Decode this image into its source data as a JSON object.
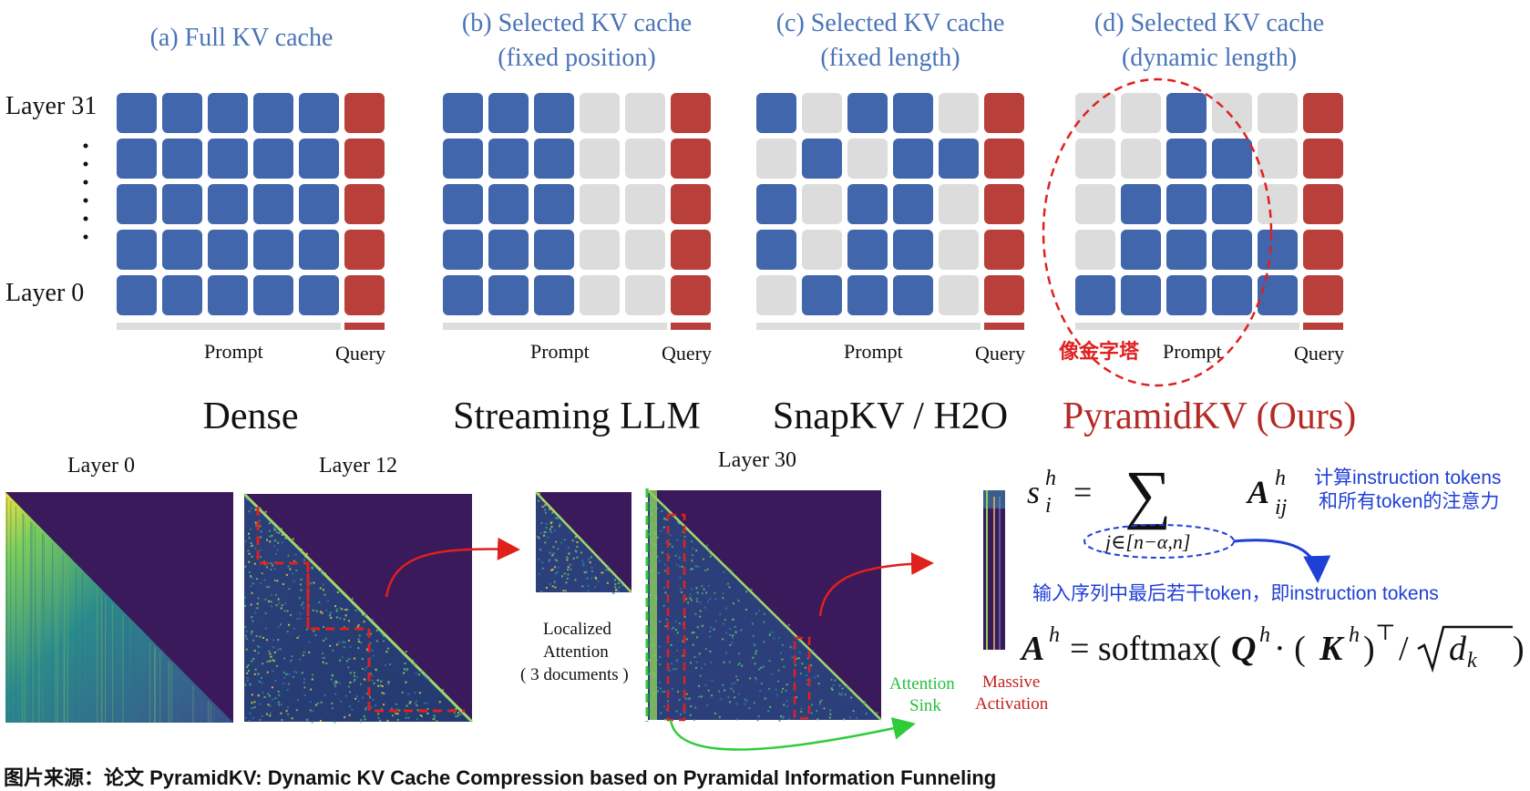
{
  "panels": [
    {
      "title_line1": "(a) Full KV cache",
      "title_line2": "",
      "method": "Dense",
      "prompt_label": "Prompt",
      "query_label": "Query",
      "grid": [
        "BBBBB",
        "BBBBB",
        "BBBBB",
        "BBBBB",
        "BBBBB"
      ]
    },
    {
      "title_line1": "(b) Selected KV cache",
      "title_line2": "(fixed position)",
      "method": "Streaming LLM",
      "prompt_label": "Prompt",
      "query_label": "Query",
      "grid": [
        "BBBGG",
        "BBBGG",
        "BBBGG",
        "BBBGG",
        "BBBGG"
      ]
    },
    {
      "title_line1": "(c) Selected KV cache",
      "title_line2": "(fixed length)",
      "method": "SnapKV / H2O",
      "prompt_label": "Prompt",
      "query_label": "Query",
      "grid": [
        "BGBBG",
        "GBGBB",
        "BGBBG",
        "BGBBG",
        "GBBBG"
      ]
    },
    {
      "title_line1": "(d) Selected KV cache",
      "title_line2": "(dynamic length)",
      "method": "PyramidKV (Ours)",
      "prompt_label": "Prompt",
      "query_label": "Query",
      "grid": [
        "GGBGG",
        "GGBBG",
        "GBBBG",
        "GBBBB",
        "BBBBB"
      ]
    }
  ],
  "layer_top_label": "Layer 31",
  "layer_bottom_label": "Layer 0",
  "pyramid_annotation": "像金字塔",
  "heatmaps": {
    "layer0": "Layer 0",
    "layer12": "Layer 12",
    "layer30": "Layer 30",
    "localized_line1": "Localized",
    "localized_line2": "Attention",
    "localized_line3": "( 3 documents )",
    "sink_line1": "Attention",
    "sink_line2": "Sink",
    "massive_line1": "Massive",
    "massive_line2": "Activation"
  },
  "formula": {
    "s_lhs": "s",
    "sub_i": "i",
    "sup_h": "h",
    "equals": "=",
    "sum": "∑",
    "A": "A",
    "sub_ij": "ij",
    "range": "j∈[n−α,n]",
    "note1_line1": "计算instruction tokens",
    "note1_line2": "和所有token的注意力",
    "note2": "输入序列中最后若干token，即instruction tokens",
    "ah_formula": "A",
    "ah_rest": "= softmax(",
    "q": "Q",
    "dot": " · (",
    "k": "K",
    "kt": ")",
    "top": "⊤",
    "slash": "/",
    "sqrt_d": "d",
    "sub_k": "k",
    "close": ")"
  },
  "caption": "图片来源：论文 PyramidKV: Dynamic KV Cache Compression based on Pyramidal Information Funneling",
  "colors": {
    "blue": "#4166ac",
    "gray": "#dcdcdc",
    "red_query": "#b9403a",
    "title_blue": "#4a74b8",
    "method_red": "#b52a25",
    "heat_bg": "#3b1a5c",
    "heat_yellow": "#f3e13b",
    "heat_green": "#4dbd7c",
    "sink_green": "#2ecc3a",
    "arrow_red": "#e0201b",
    "note_blue": "#1f3fd6",
    "pyramid_red": "#e02020"
  }
}
